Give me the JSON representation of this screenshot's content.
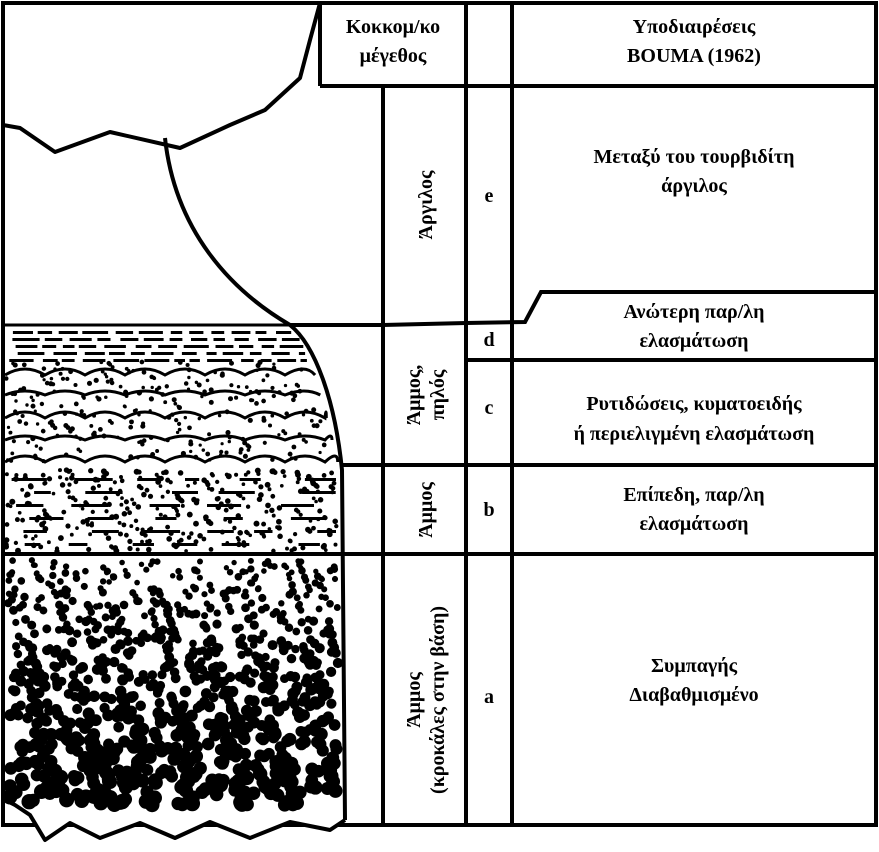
{
  "header": {
    "grain_size_line1": "Κοκκομ/κο",
    "grain_size_line2": "μέγεθος",
    "bouma_line1": "Υποδιαιρέσεις",
    "bouma_line2": "BOUMA (1962)"
  },
  "lithology": {
    "clay": "Άργιλος",
    "sand_mud_line1": "Άμμος,",
    "sand_mud_line2": "πηλός",
    "sand": "Άμμος",
    "sand_base_line1": "Άμμος",
    "sand_base_line2": "(κροκάλες στην βάση)"
  },
  "divisions": [
    {
      "letter": "e",
      "desc_line1": "Μεταξύ του τουρβιδίτη",
      "desc_line2": "άργιλος"
    },
    {
      "letter": "d",
      "desc_line1": "Ανώτερη παρ/λη",
      "desc_line2": "ελασμάτωση"
    },
    {
      "letter": "c",
      "desc_line1": "Ρυτιδώσεις, κυματοειδής",
      "desc_line2": "ή περιελιγμένη ελασμάτωση"
    },
    {
      "letter": "b",
      "desc_line1": "Επίπεδη, παρ/λη",
      "desc_line2": "ελασμάτωση"
    },
    {
      "letter": "a",
      "desc_line1": "Συμπαγής",
      "desc_line2": "Διαβαθμισμένο"
    }
  ]
}
